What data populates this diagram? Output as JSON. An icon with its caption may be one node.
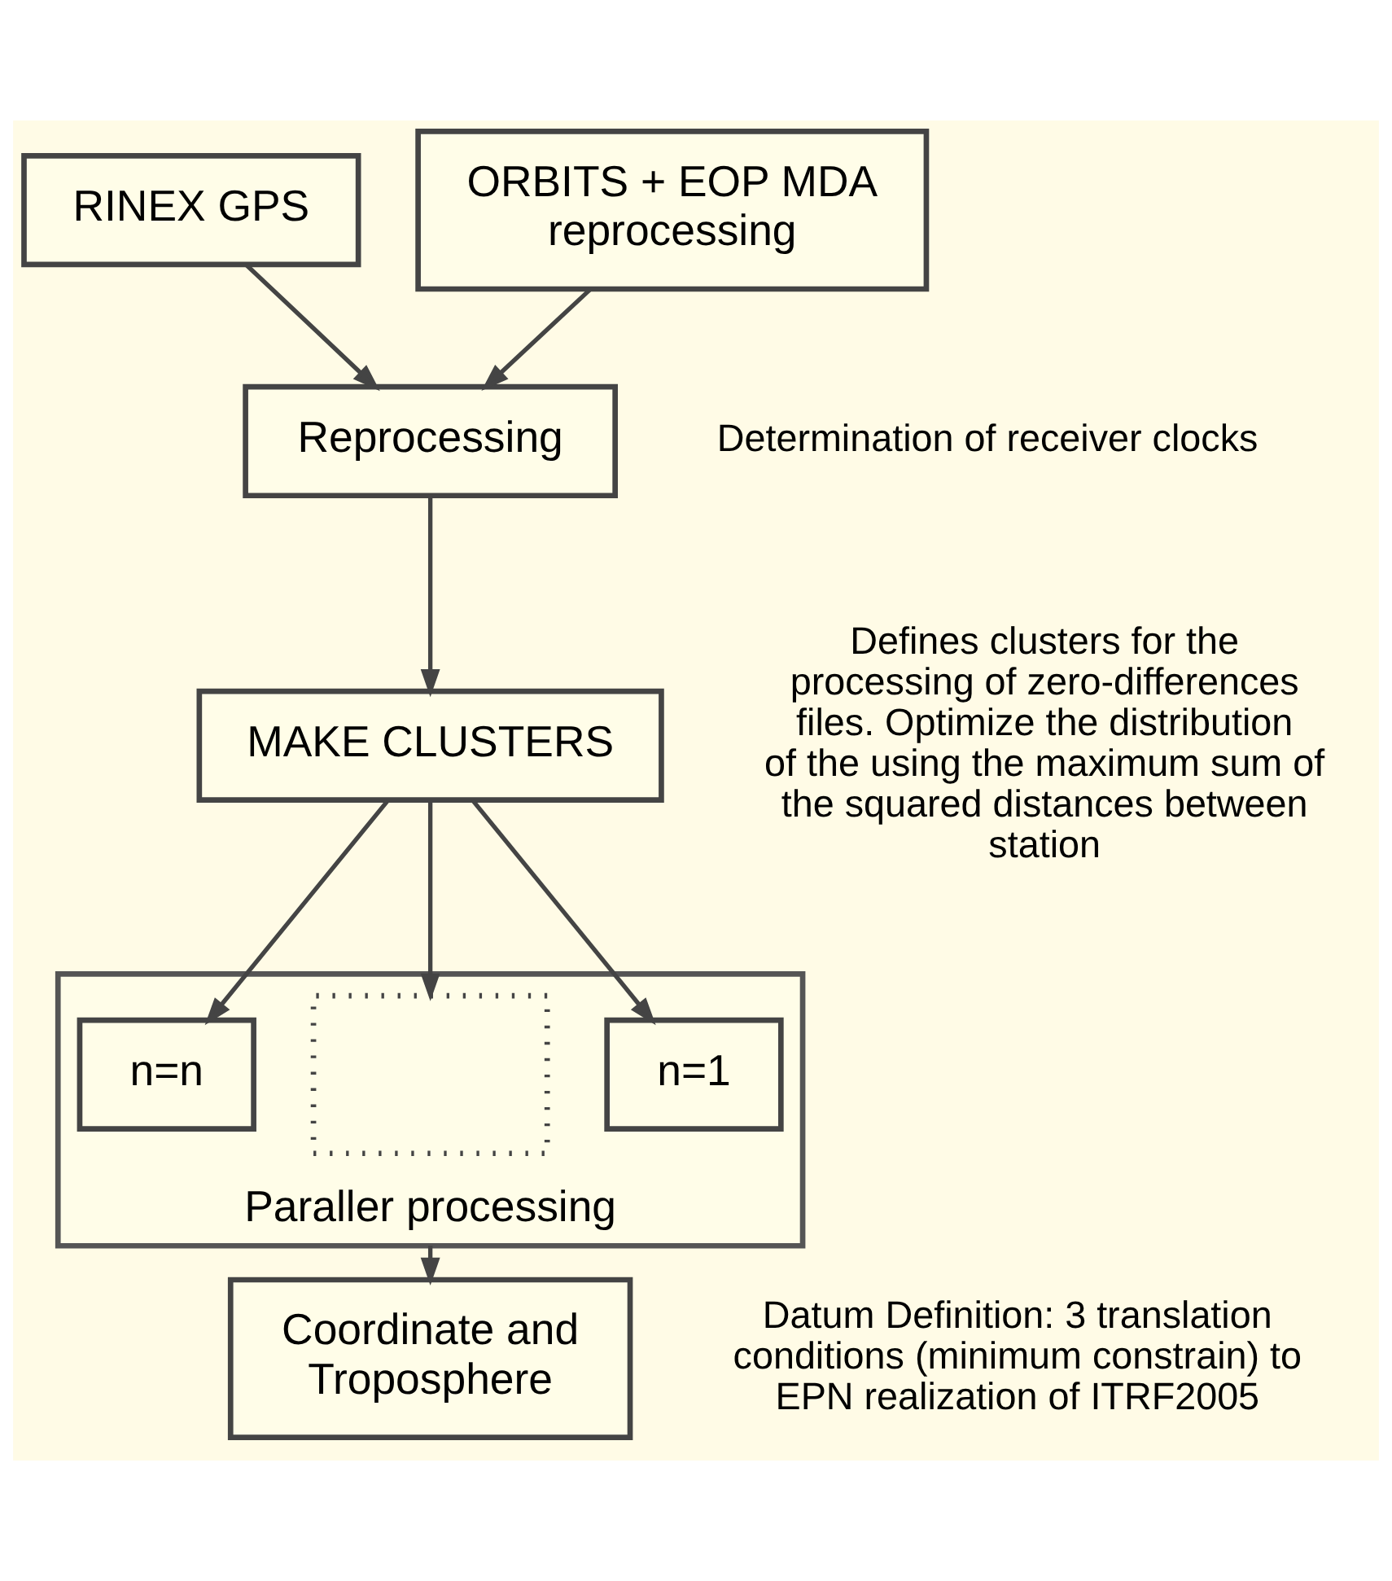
{
  "diagram": {
    "nodes": [
      {
        "text": [
          "RINEX GPS"
        ]
      },
      {
        "text": [
          "ORBITS + EOP MDA reprocessing"
        ]
      },
      {
        "text": [
          "Reprocessing"
        ],
        "beside": [
          "Determination of receiver clocks"
        ]
      },
      {
        "text": [
          "MAKE CLUSTERS"
        ],
        "beside": [
          "Defines clusters for the processing of zero-differences files. Optimize the distribution of the using the maximum sum of the squared distances between station"
        ]
      },
      {
        "text": [
          "Paraller processing"
        ]
      },
      {
        "text": [
          "n=1"
        ],
        "in": 4
      },
      {
        "text": [],
        "shape": "box",
        "in": 4
      },
      {
        "text": [
          "n=n"
        ],
        "in": 4
      },
      {
        "text": [
          "Coordinate and Troposphere"
        ],
        "beside": [
          "Datum Definition: 3 translation conditions (minimum constrain) to EPN realization of ITRF2005"
        ]
      }
    ],
    "edges": [
      {
        "from": 0,
        "to": 2,
        "arrow": "to"
      },
      {
        "from": 1,
        "to": 2,
        "arrow": "to"
      },
      {
        "from": 2,
        "to": 3,
        "arrow": "to"
      },
      {
        "from": 3,
        "to": 5,
        "arrow": "to"
      },
      {
        "from": 3,
        "to": 6,
        "arrow": "to"
      },
      {
        "from": 3,
        "to": 7,
        "arrow": "to"
      },
      {
        "from": 4,
        "to": 8,
        "arrow": "to"
      }
    ]
  }
}
